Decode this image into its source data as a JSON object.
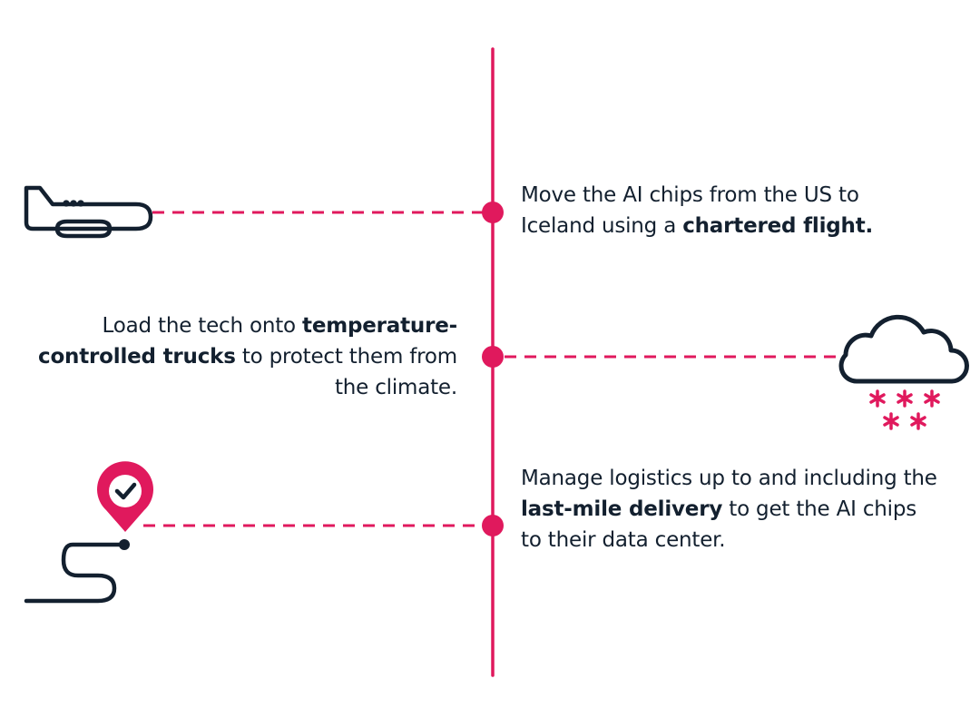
{
  "colors": {
    "accent": "#e0195d",
    "ink": "#13202f",
    "background": "#ffffff"
  },
  "steps": [
    {
      "icon": "airplane-icon",
      "side": "right",
      "text_before": "Move the AI chips from the US to Iceland using a ",
      "text_bold": "chartered flight.",
      "text_after": ""
    },
    {
      "icon": "snow-cloud-icon",
      "side": "left",
      "text_before": "Load the tech onto ",
      "text_bold": "temperature-controlled trucks",
      "text_after": " to protect them from the climate."
    },
    {
      "icon": "location-route-icon",
      "side": "right",
      "text_before": "Manage logistics up to and including the ",
      "text_bold": "last-mile delivery",
      "text_after": " to get the AI chips to their data center."
    }
  ]
}
